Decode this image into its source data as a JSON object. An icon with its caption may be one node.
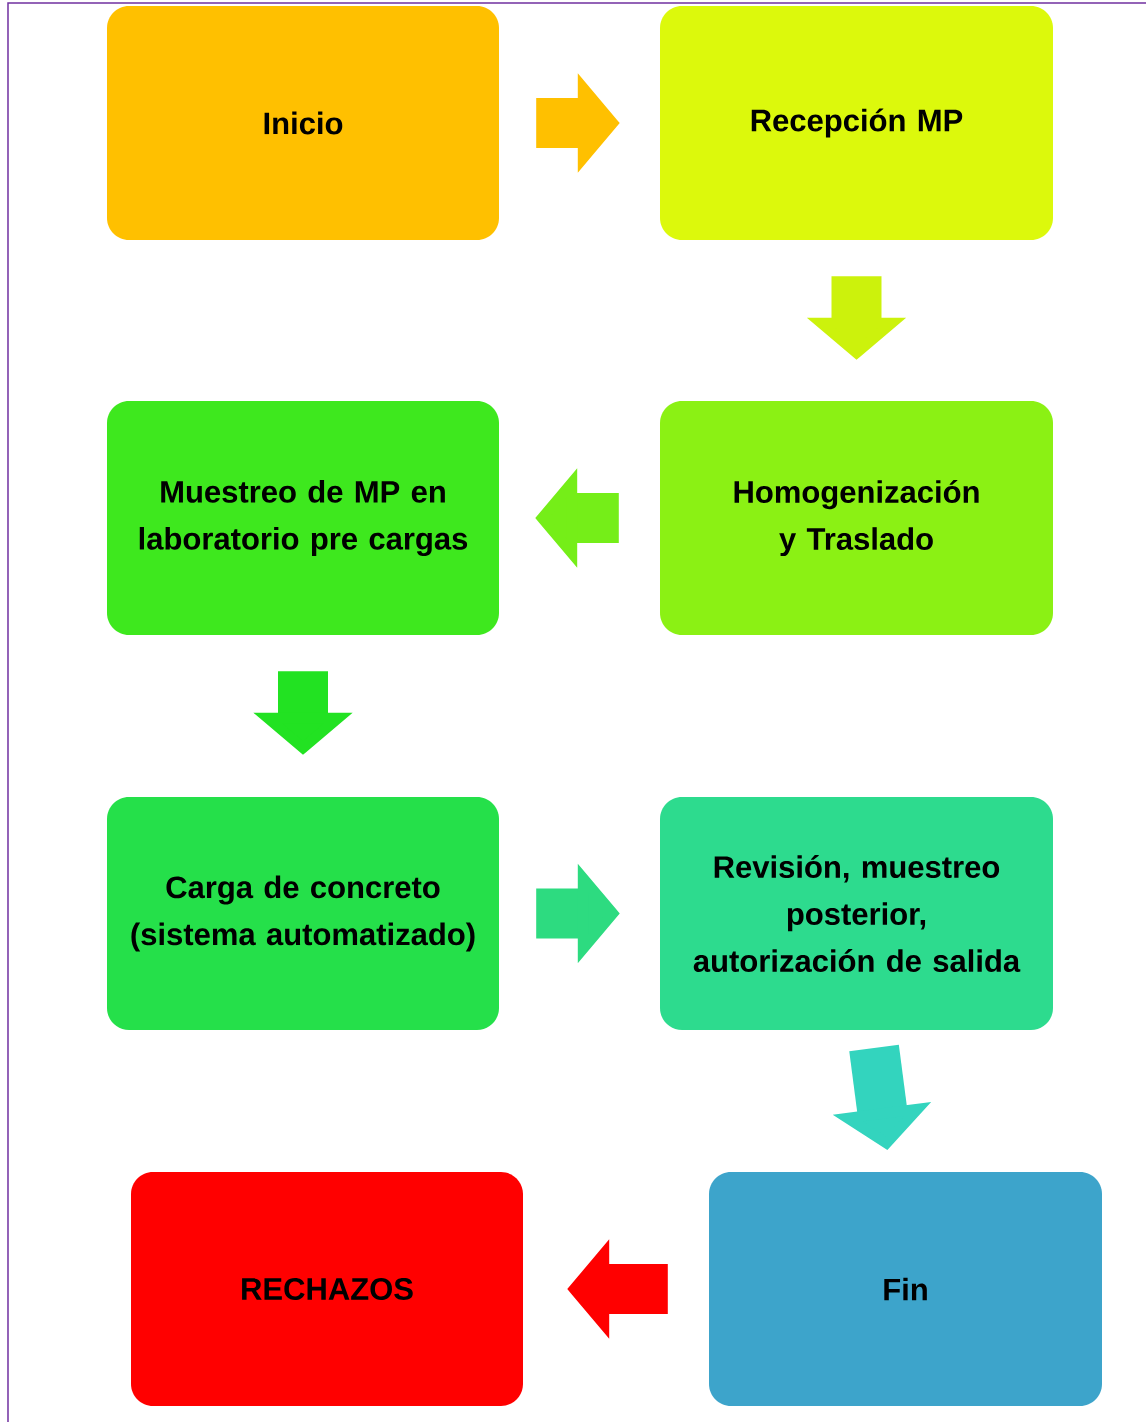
{
  "diagram": {
    "nodes": [
      {
        "text": [
          "Inicio"
        ]
      },
      {
        "text": [
          "Recepción MP"
        ]
      },
      {
        "text": [
          "Homogenización y Traslado"
        ]
      },
      {
        "text": [
          "Muestreo de MP en laboratorio pre cargas"
        ]
      },
      {
        "text": [
          "Carga de concreto (sistema automatizado)"
        ]
      },
      {
        "text": [
          "Revisión, muestreo posterior, autorización de salida"
        ]
      },
      {
        "text": [
          "Fin"
        ]
      },
      {
        "text": [
          "RECHAZOS"
        ]
      }
    ],
    "edges": [
      {
        "from": 0,
        "to": 1,
        "arrow": "to",
        "color": "#ffc000"
      },
      {
        "from": 1,
        "to": 2,
        "arrow": "to",
        "color": "#ccf20c"
      },
      {
        "from": 2,
        "to": 3,
        "arrow": "to",
        "color": "#75ee18"
      },
      {
        "from": 3,
        "to": 4,
        "arrow": "to",
        "color": "#22e222"
      },
      {
        "from": 4,
        "to": 5,
        "arrow": "to",
        "color": "#2ddb80"
      },
      {
        "from": 5,
        "to": 6,
        "arrow": "to",
        "color": "#33d4be"
      },
      {
        "from": 6,
        "to": 7,
        "arrow": "to",
        "color": "#ff0000"
      }
    ]
  }
}
